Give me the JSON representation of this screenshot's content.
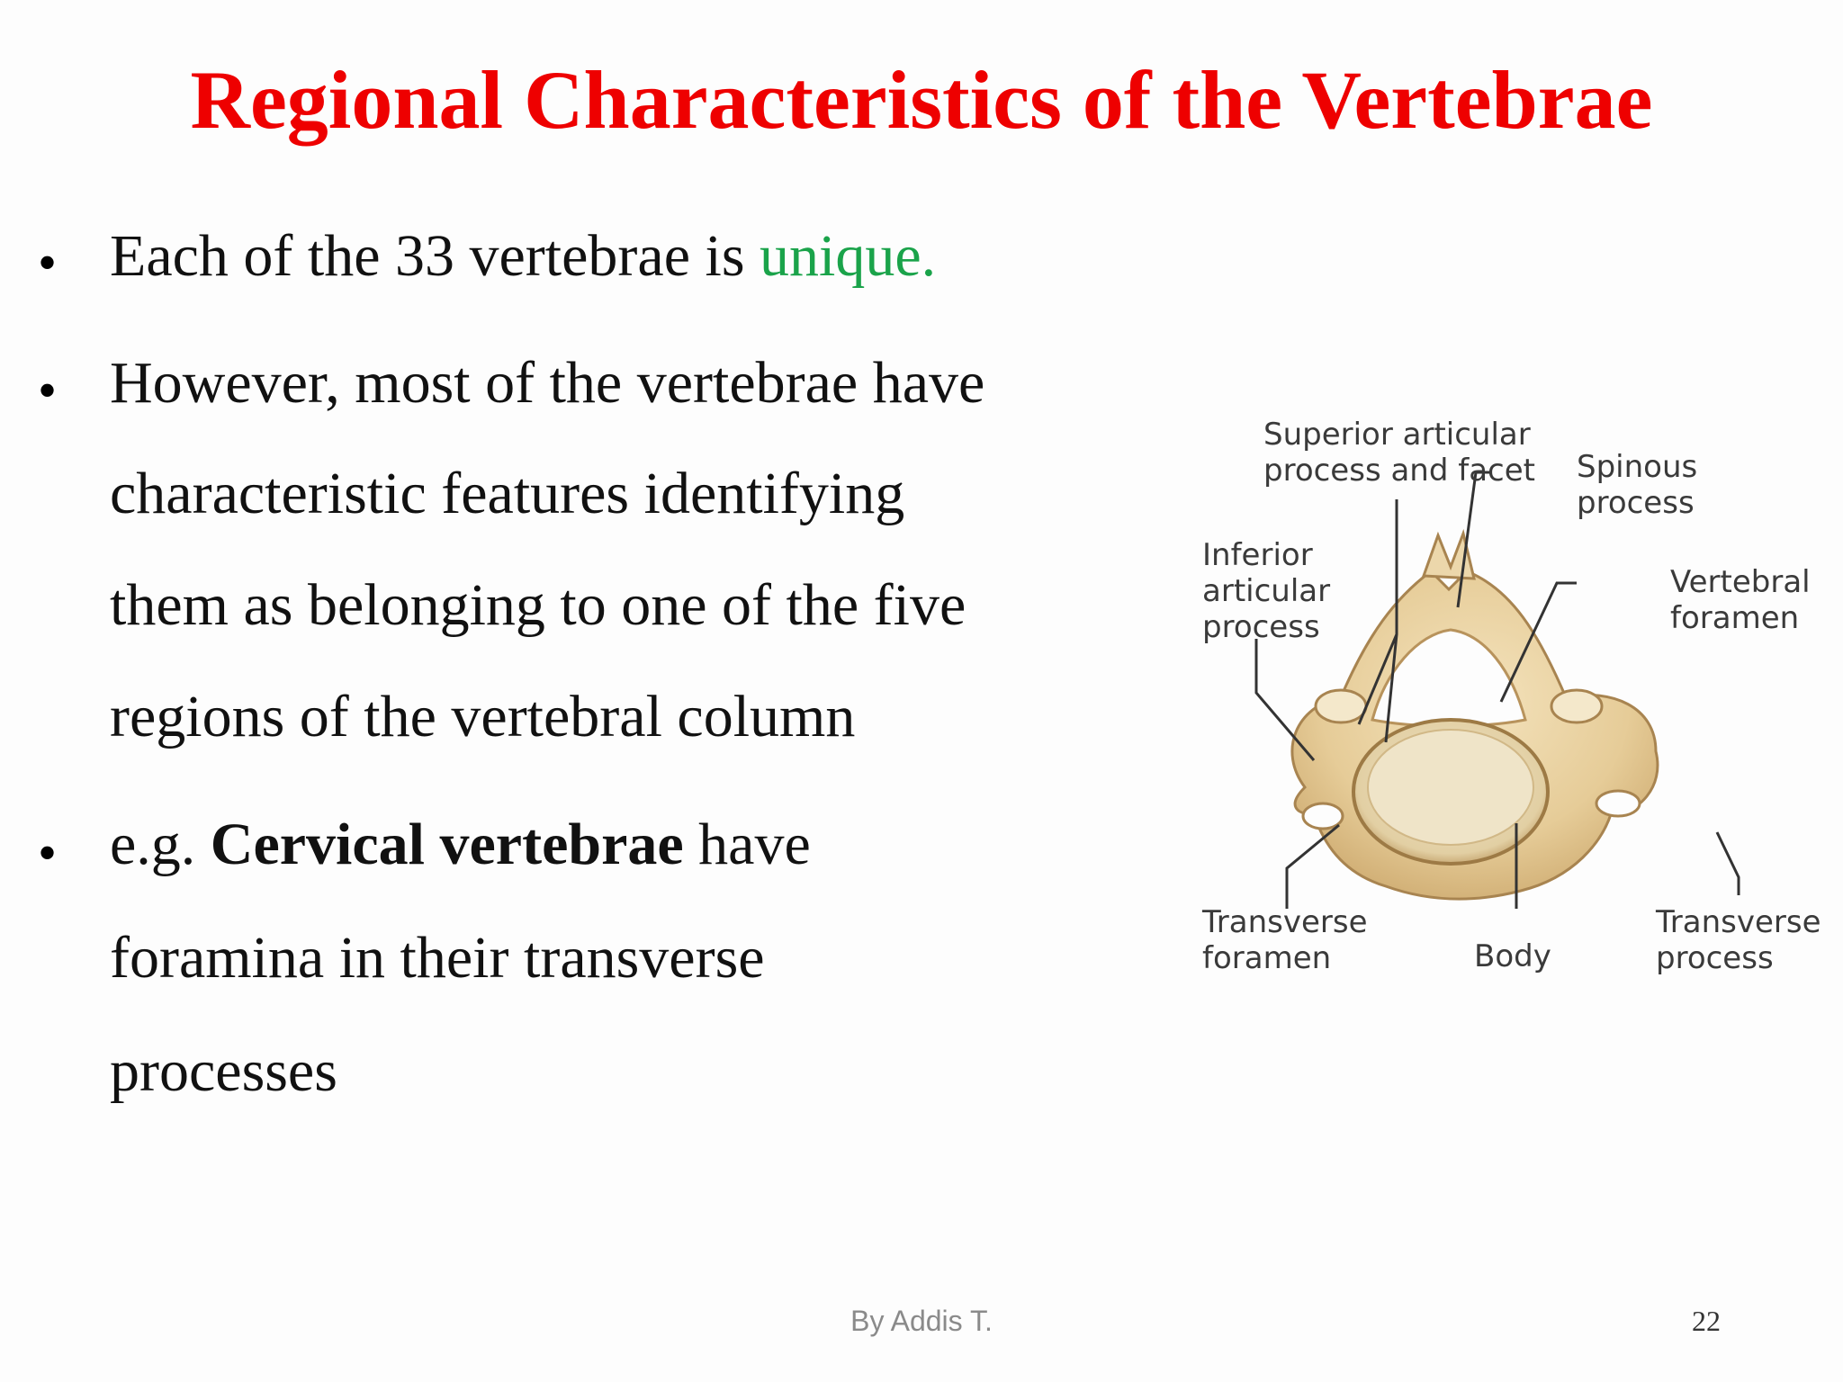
{
  "slide": {
    "title": "Regional Characteristics of the Vertebrae",
    "bullets": [
      {
        "lines": [
          {
            "text_before": "Each of the 33 vertebrae is ",
            "highlight": "unique."
          }
        ]
      },
      {
        "lines": [
          "However, most of the vertebrae have",
          "characteristic features identifying",
          "them  as belonging to one of the five",
          "regions of the vertebral column"
        ]
      },
      {
        "lines": [
          {
            "prefix": "e.g. ",
            "bold": "Cervical vertebrae",
            "suffix": " have"
          },
          "foramina in their transverse",
          "processes"
        ]
      }
    ],
    "bullet_glyph": "•",
    "figure_labels": {
      "superior_articular": [
        "Superior articular",
        "process and facet"
      ],
      "spinous": [
        "Spinous",
        "process"
      ],
      "inferior_articular": [
        "Inferior",
        "articular",
        "process"
      ],
      "vertebral_foramen": [
        "Vertebral",
        "foramen"
      ],
      "transverse_foramen": [
        "Transverse",
        "foramen"
      ],
      "body": [
        "Body"
      ],
      "transverse_process": [
        "Transverse",
        "process"
      ]
    },
    "footer": "By Addis T.",
    "page_number": "22",
    "colors": {
      "title": "#ee0000",
      "highlight": "#1aa34a",
      "bone": "#e9d2a6"
    }
  }
}
